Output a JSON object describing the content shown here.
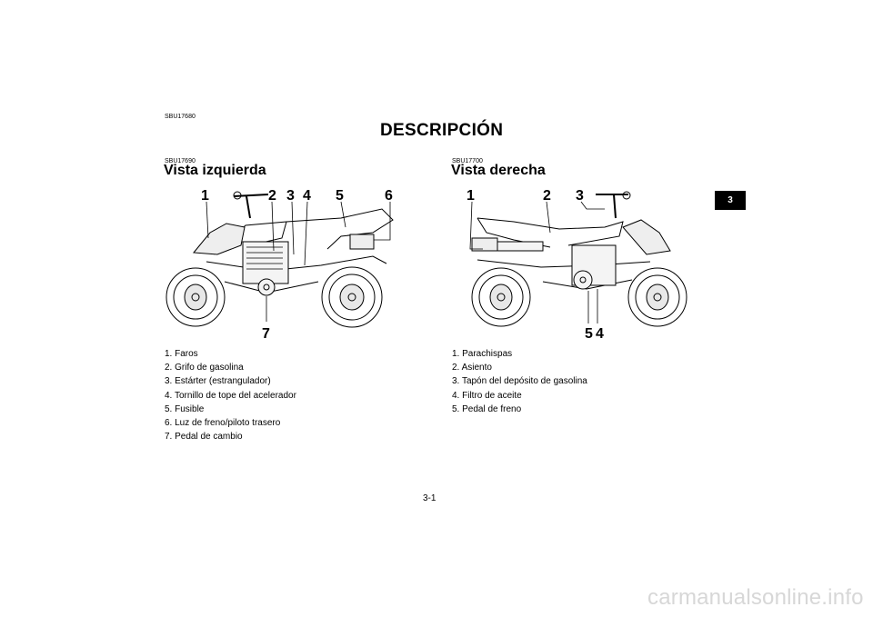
{
  "page": {
    "top_code": "SBU17680",
    "title": "DESCRIPCIÓN",
    "chapter_tab": "3",
    "page_number": "3-1",
    "watermark": "carmanualsonline.info"
  },
  "left": {
    "code": "SBU17690",
    "heading": "Vista izquierda",
    "callouts": [
      "1",
      "2",
      "3",
      "4",
      "5",
      "6",
      "7"
    ],
    "items": [
      "1. Faros",
      "2. Grifo de gasolina",
      "3. Estárter (estrangulador)",
      "4. Tornillo de tope del acelerador",
      "5. Fusible",
      "6. Luz de freno/piloto trasero",
      "7. Pedal de cambio"
    ]
  },
  "right": {
    "code": "SBU17700",
    "heading": "Vista derecha",
    "callouts": [
      "1",
      "2",
      "3",
      "5",
      "4"
    ],
    "items": [
      "1. Parachispas",
      "2. Asiento",
      "3. Tapón del depósito de gasolina",
      "4. Filtro de aceite",
      "5. Pedal de freno"
    ]
  }
}
